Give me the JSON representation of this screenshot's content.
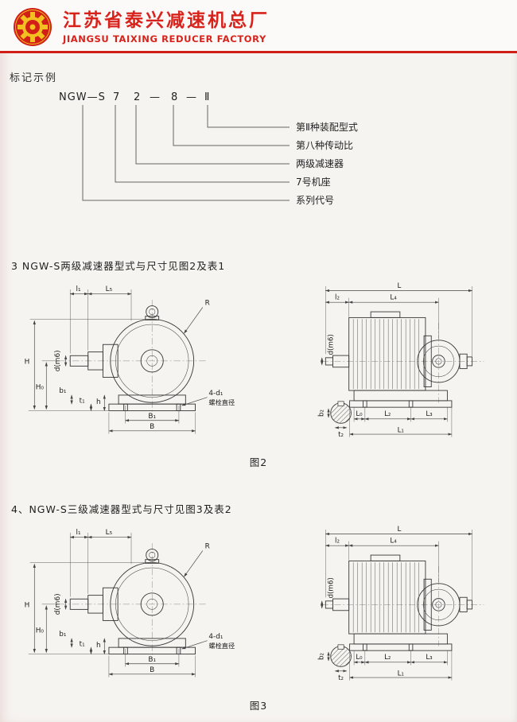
{
  "header": {
    "company_cn": "江苏省泰兴减速机总厂",
    "company_en": "JIANGSU TAIXING REDUCER FACTORY",
    "accent": "#cf1f17"
  },
  "marking": {
    "title": "标记示例",
    "code": [
      "NGW—S",
      "7",
      "2",
      "—",
      "8",
      "—",
      "Ⅱ"
    ],
    "labels": [
      "第Ⅱ种装配型式",
      "第八种传动比",
      "两级减速器",
      "7号机座",
      "系列代号"
    ]
  },
  "sections": {
    "s3": {
      "title": "3  NGW-S两级减速器型式与尺寸见图2及表1",
      "figure": "图2"
    },
    "s4": {
      "title": "4、NGW-S三级减速器型式与尺寸见图3及表2",
      "figure": "图3"
    }
  },
  "dims": {
    "front": {
      "l1": "l₁",
      "L5": "L₅",
      "R": "R",
      "H": "H",
      "H0": "H₀",
      "d": "d(m6)",
      "b1": "b₁",
      "t1": "t₁",
      "h": "h",
      "B1": "B₁",
      "B": "B",
      "bolt": "4-d₁",
      "bolt_note": "螺栓直径"
    },
    "side": {
      "L": "L",
      "l2": "l₂",
      "L4": "L₄",
      "d": "d(m6)",
      "b2": "b₂",
      "t2": "t₂",
      "L0": "L₀",
      "L2": "L₂",
      "L3": "L₃",
      "L1": "L₁"
    }
  }
}
